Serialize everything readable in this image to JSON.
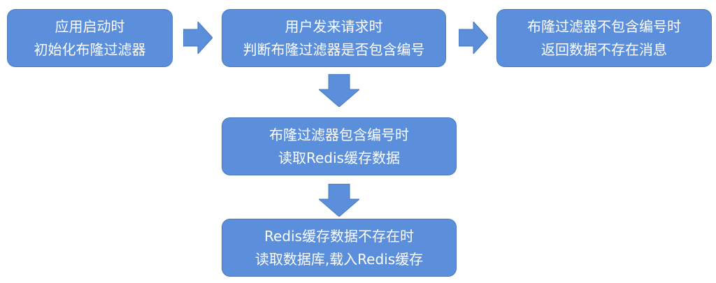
{
  "flowchart": {
    "nodes": [
      {
        "id": "box1",
        "lines": [
          "应用启动时",
          "初始化布隆过滤器"
        ]
      },
      {
        "id": "box2",
        "lines": [
          "用户发来请求时",
          "判断布隆过滤器是否包含编号"
        ]
      },
      {
        "id": "box3",
        "lines": [
          "布隆过滤器不包含编号时",
          "返回数据不存在消息"
        ]
      },
      {
        "id": "box4",
        "lines": [
          "布隆过滤器包含编号时",
          "读取Redis缓存数据"
        ]
      },
      {
        "id": "box5",
        "lines": [
          "Redis缓存数据不存在时",
          "读取数据库,载入Redis缓存"
        ]
      }
    ],
    "colors": {
      "node_fill": "#5b8fdc",
      "node_border": "#4a78bd",
      "arrow_fill": "#5b8fdc",
      "text": "#ffffff"
    }
  }
}
